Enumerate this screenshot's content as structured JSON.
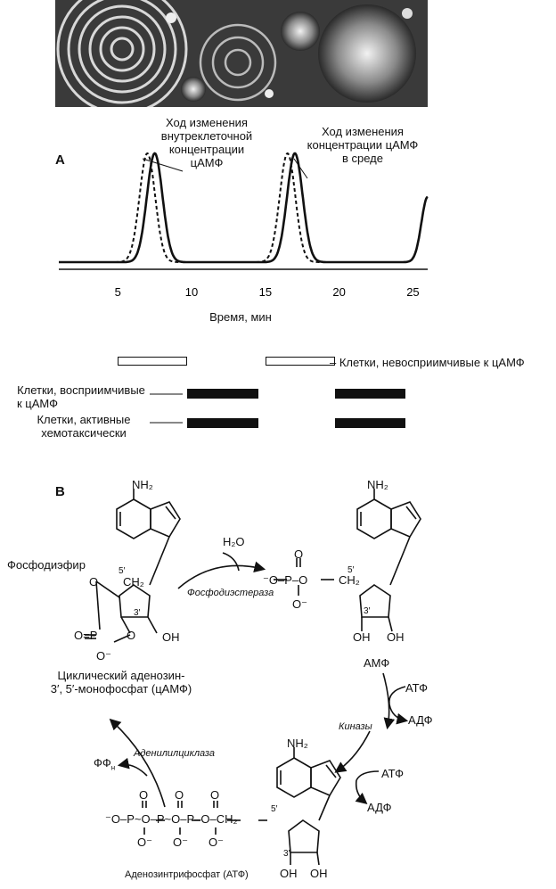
{
  "panel_a": {
    "label": "A",
    "intracellular_label": [
      "Ход изменения",
      "внутреклеточной",
      "концентрации",
      "цАМФ"
    ],
    "medium_label": [
      "Ход изменения",
      "концентрации цАМФ",
      "в среде"
    ],
    "x_axis_title": "Время, мин",
    "bars": {
      "refractory": "Клетки, невосприимчивые к цАМФ",
      "sensitive": [
        "Клетки, восприимчивые",
        "к цАМФ"
      ],
      "chemotactic": [
        "Клетки, активные",
        "хемотаксически"
      ]
    }
  },
  "chart_data": {
    "type": "line",
    "xlabel": "Время, мин",
    "ylabel": "",
    "xlim": [
      1,
      26
    ],
    "x_ticks": [
      5,
      10,
      15,
      20,
      25
    ],
    "grid": false,
    "series": [
      {
        "name": "Ход изменения внутреклеточной концентрации цАМФ",
        "style": "dashed",
        "peaks_x": [
          7.0,
          16.5
        ],
        "end_rise_x": 26
      },
      {
        "name": "Ход изменения концентрации цАМФ в среде",
        "style": "solid",
        "peaks_x": [
          7.5,
          17.0
        ],
        "end_rise_x": 26
      }
    ],
    "state_bars": [
      {
        "name": "Клетки, невосприимчивые к цАМФ",
        "fill": "open",
        "intervals": [
          [
            5,
            9.7
          ],
          [
            15,
            19.7
          ]
        ]
      },
      {
        "name": "Клетки, восприимчивые к цАМФ",
        "fill": "solid",
        "intervals": [
          [
            9.7,
            14.5
          ],
          [
            19.7,
            24.5
          ]
        ]
      },
      {
        "name": "Клетки, активные хемотаксически",
        "fill": "solid",
        "intervals": [
          [
            9.7,
            14.5
          ],
          [
            19.7,
            24.5
          ]
        ]
      }
    ]
  },
  "panel_b": {
    "label": "B",
    "nh2": "NH₂",
    "h2o": "H₂O",
    "phosphodiester": "Фосфодиэфир",
    "phosphodiesterase": "Фосфодиэстераза",
    "camp_name": [
      "Циклический аденозин-",
      "3′, 5′-монофосфат (цАМФ)"
    ],
    "amp_name": "АМФ",
    "kinases": "Киназы",
    "atp": "АТФ",
    "adp": "АДФ",
    "adenylate_cyclase": "Аденилилциклаза",
    "ppi": "ФФн",
    "atp_name": "Аденозинтрифосфат (АТФ)",
    "oh": "OH",
    "o": "O",
    "p": "P",
    "ch2": "CH₂",
    "pos5": "5′",
    "pos3": "3′",
    "o_minus": "O⁻",
    "minus_o": "⁻O"
  }
}
